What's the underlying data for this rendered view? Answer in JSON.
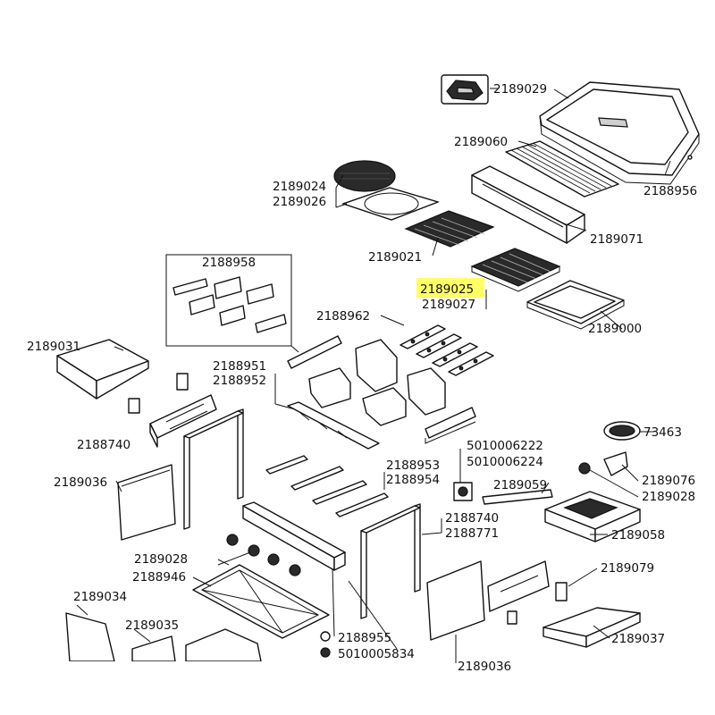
{
  "colors": {
    "highlight": "#ffff66",
    "ink": "#111111",
    "background": "#ffffff"
  },
  "labels": {
    "p2189029": "2189029",
    "p2189060": "2189060",
    "p2188956": "2188956",
    "p2189024": "2189024",
    "p2189026": "2189026",
    "p2189071": "2189071",
    "p2189021": "2189021",
    "p2188958": "2188958",
    "p2189025": "2189025",
    "p2189027": "2189027",
    "p2188962": "2188962",
    "p2189000": "2189000",
    "p2189031": "2189031",
    "p2188951": "2188951",
    "p2188952": "2188952",
    "p2188740a": "2188740",
    "p5010006222": "5010006222",
    "p5010006224": "5010006224",
    "p73463": "73463",
    "p2189036a": "2189036",
    "p2188953": "2188953",
    "p2188954": "2188954",
    "p2189059": "2189059",
    "p2189076": "2189076",
    "p2189028a": "2189028",
    "p2188740b": "2188740",
    "p2188771": "2188771",
    "p2189058": "2189058",
    "p2189028b": "2189028",
    "p2188946": "2188946",
    "p2189079": "2189079",
    "p2189034": "2189034",
    "p2189035": "2189035",
    "p2188955": "2188955",
    "p5010005834": "5010005834",
    "p2189036b": "2189036",
    "p2189037": "2189037"
  },
  "highlighted_label": "p2189025"
}
